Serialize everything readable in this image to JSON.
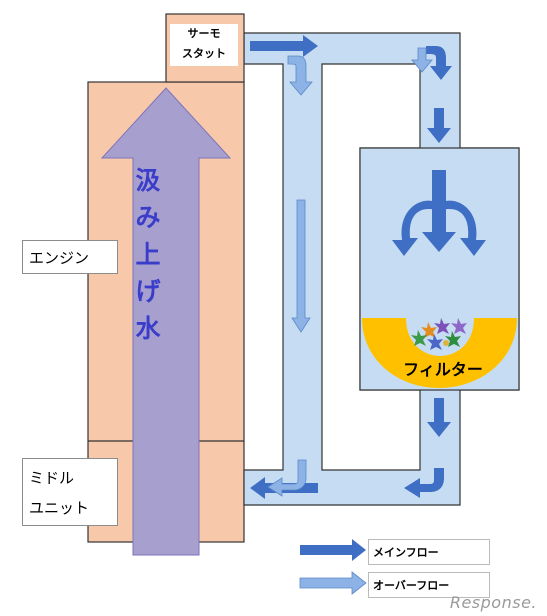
{
  "labels": {
    "thermostat": [
      "サーモ",
      "スタット"
    ],
    "engine": "エンジン",
    "middle_unit": [
      "ミドル",
      "ユニット"
    ],
    "pumped_water": [
      "汲",
      "み",
      "上",
      "げ",
      "水"
    ],
    "filter": "フィルター"
  },
  "legend": {
    "main_flow": "メインフロー",
    "over_flow": "オーバーフロー"
  },
  "watermark": "Response.",
  "colors": {
    "engine_fill": "#f8c8aa",
    "pipe_fill": "#c6dcf2",
    "main_arrow": "#3f6fc4",
    "over_arrow": "#8db3e6",
    "up_arrow": "#a7a0cf",
    "filter_band": "#ffc000",
    "text_purple": "#3a3dc9"
  }
}
